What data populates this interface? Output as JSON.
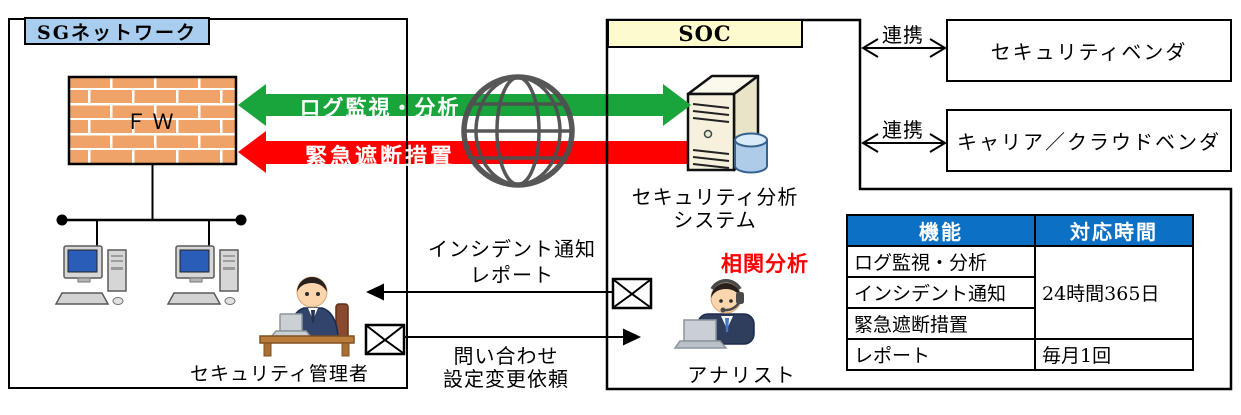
{
  "sg": {
    "label": "SGネットワーク",
    "fw": "ＦＷ",
    "manager": "セキュリティ管理者"
  },
  "soc": {
    "label": "SOC",
    "system_line1": "セキュリティ分析",
    "system_line2": "システム",
    "correlation": "相関分析",
    "analyst": "アナリスト"
  },
  "flows": {
    "log": "ログ監視・分析",
    "block": "緊急遮断措置",
    "incident_l1": "インシデント通知",
    "incident_l2": "レポート",
    "inquiry_l1": "問い合わせ",
    "inquiry_l2": "設定変更依頼",
    "renkei1": "連携",
    "renkei2": "連携"
  },
  "vendors": {
    "v1": "セキュリティベンダ",
    "v2": "キャリア／クラウドベンダ"
  },
  "table": {
    "h1": "機能",
    "h2": "対応時間",
    "r1": "ログ監視・分析",
    "r2": "インシデント通知",
    "r3": "緊急遮断措置",
    "r4": "レポート",
    "t123": "24時間365日",
    "t4": "毎月1回"
  },
  "colors": {
    "arrow_green": "#1AA43C",
    "arrow_red": "#FE0000",
    "table_header_blue": "#0C70C4",
    "sg_label_bg": "#A9CDEE",
    "soc_label_bg": "#FDFACD",
    "correlation_red": "#FF0000",
    "brick_orange": "#F0A369"
  }
}
